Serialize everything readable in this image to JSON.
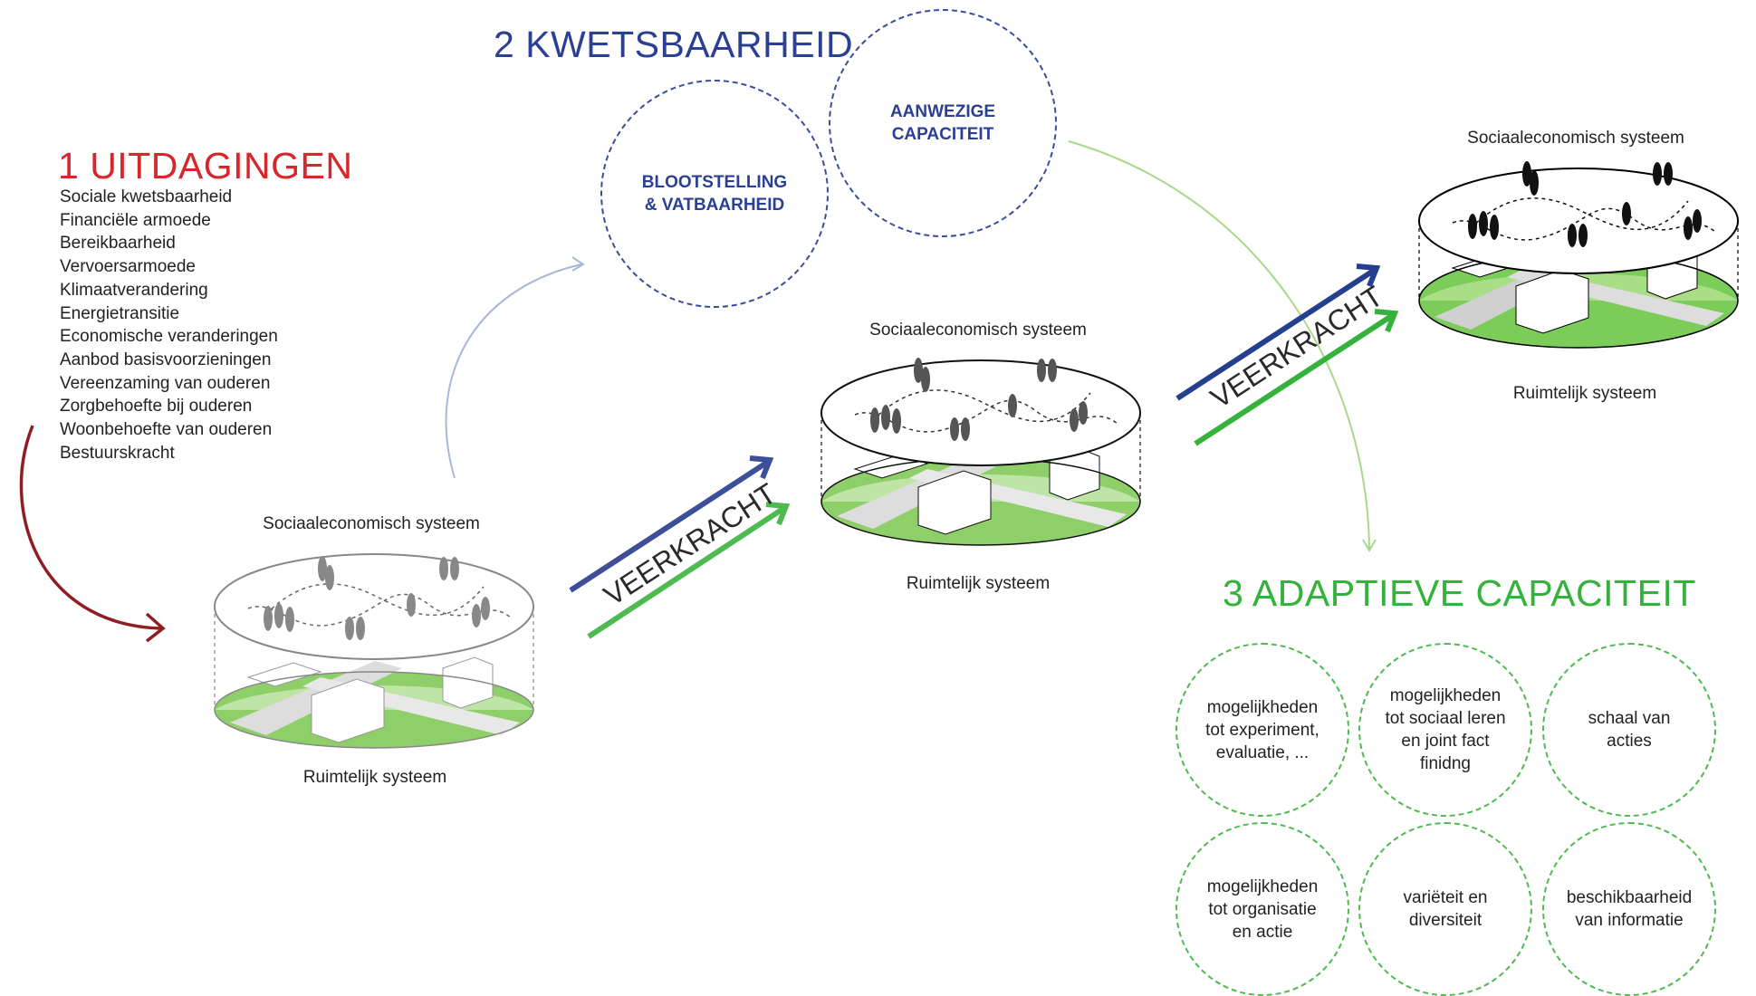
{
  "challenges": {
    "title": "1 UITDAGINGEN",
    "items": [
      "Sociale kwetsbaarheid",
      "Financiële armoede",
      "Bereikbaarheid",
      "Vervoersarmoede",
      "Klimaatverandering",
      "Energietransitie",
      "Economische veranderingen",
      "Aanbod basisvoorzieningen",
      "Vereenzaming van ouderen",
      "Zorgbehoefte bij ouderen",
      "Woonbehoefte van ouderen",
      "Bestuurskracht"
    ]
  },
  "vulnerability": {
    "title": "2 KWETSBAARHEID",
    "circles": [
      "BLOOTSTELLING\n& VATBAARHEID",
      "AANWEZIGE\nCAPACITEIT"
    ]
  },
  "adaptive": {
    "title": "3 ADAPTIEVE CAPACITEIT",
    "circles": [
      "mogelijkheden\ntot experiment,\nevaluatie, ...",
      "mogelijkheden\ntot sociaal leren\nen joint fact\nfinidng",
      "schaal van\nacties",
      "mogelijkheden\ntot organisatie\nen actie",
      "variëteit en\ndiversiteit",
      "beschikbaarheid\nvan informatie"
    ]
  },
  "systems": {
    "social_label": "Sociaaleconomisch systeem",
    "spatial_label": "Ruimtelijk systeem",
    "resilience_label": "VEERKRACHT"
  },
  "colors": {
    "red": "#d8262d",
    "blue": "#2b3f93",
    "green": "#34b23b",
    "light_green": "#a8d98a"
  }
}
